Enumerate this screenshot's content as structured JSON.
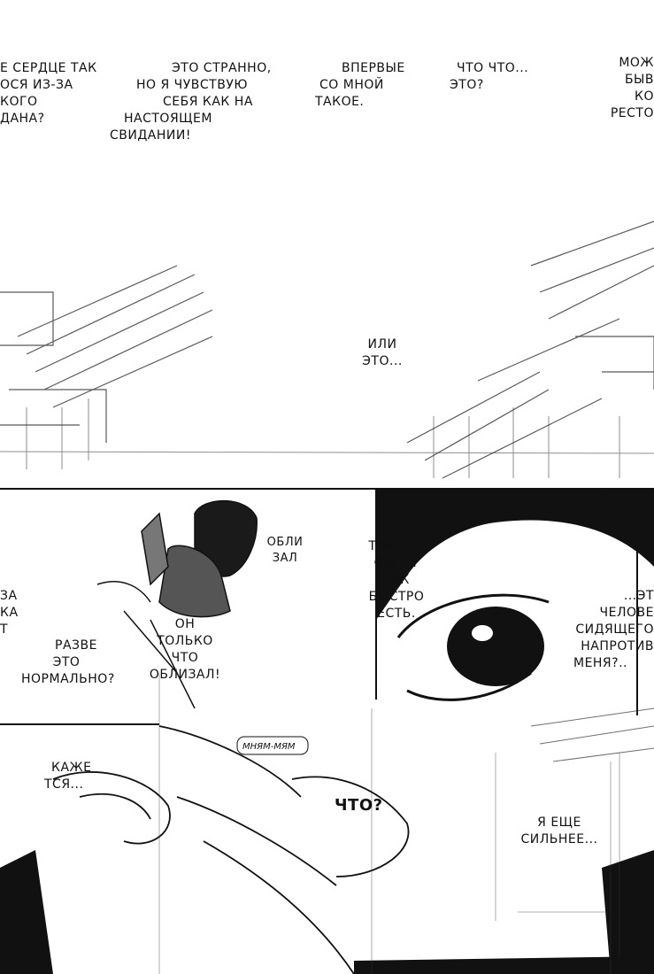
{
  "top_narration": {
    "col1": [
      "Е СЕРДЦЕ ТАК",
      "ОСЯ ИЗ-ЗА",
      "КОГО",
      "ДАНА?"
    ],
    "col2": [
      "ЭТО СТРАННО,",
      "НО Я ЧУВСТВУЮ",
      "СЕБЯ КАК НА",
      "НАСТОЯЩЕМ",
      "СВИДАНИИ!"
    ],
    "col3": [
      "ВПЕРВЫЕ",
      "СО МНОЙ",
      "ТАКОЕ."
    ],
    "col4": [
      "ЧТО ЧТО...",
      "ЭТО?"
    ],
    "col5": [
      "МОЖ",
      "БЫВ",
      "КО",
      "РЕСТО"
    ]
  },
  "mid_text": [
    "ИЛИ",
    "ЭТО..."
  ],
  "panel2": {
    "bubble_a": [
      "ОБЛИ",
      "ЗАЛ"
    ],
    "bubble_b": [
      "ТЕБЕ НЕ",
      "СТОИТ",
      "ТАК",
      "БЫСТРО",
      "ЕСТЬ."
    ],
    "bubble_c": [
      "ОН",
      "ТОЛЬКО",
      "ЧТО",
      "ОБЛИЗАЛ!"
    ],
    "bubble_d": [
      "РАЗВЕ",
      "ЭТО",
      "НОРМАЛЬНО?"
    ],
    "bubble_e": [
      "ЗА",
      "КА",
      "Т"
    ],
    "bubble_f": [
      "...ЭТ",
      "ЧЕЛОВЕ",
      "СИДЯЩЕГО",
      "НАПРОТИВ",
      "МЕНЯ?.."
    ]
  },
  "panel3": {
    "bubble_g": [
      "КАЖЕ",
      "ТСЯ..."
    ],
    "sfx": "ЧТО?",
    "small_sfx": "Мням-мям",
    "bubble_h": [
      "Я ЕЩЕ",
      "СИЛЬНЕЕ..."
    ]
  }
}
